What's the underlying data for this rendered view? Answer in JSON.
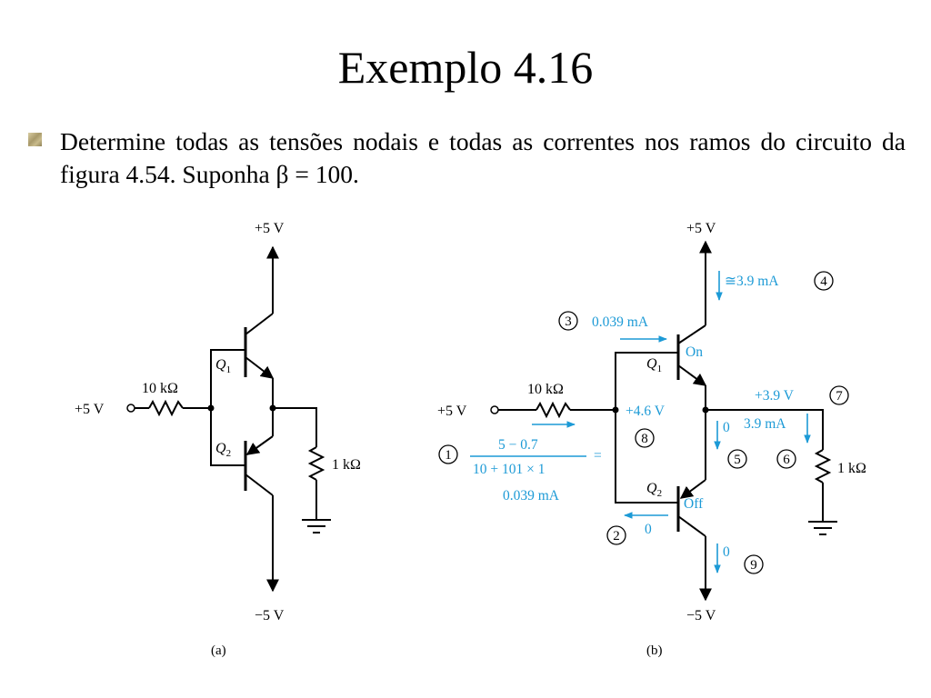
{
  "slide": {
    "title": "Exemplo 4.16",
    "bullet_text": "Determine todas as tensões nodais e todas as correntes nos ramos do circuito da figura 4.54. Suponha β = 100."
  },
  "figure_a": {
    "caption": "(a)",
    "vplus": "+5 V",
    "vminus": "−5 V",
    "vin": "+5 V",
    "rb_label": "10 kΩ",
    "rl_label": "1 kΩ",
    "q1_label": "Q",
    "q1_sub": "1",
    "q2_label": "Q",
    "q2_sub": "2"
  },
  "figure_b": {
    "caption": "(b)",
    "vplus": "+5 V",
    "vminus": "−5 V",
    "vin": "+5 V",
    "rb_label": "10 kΩ",
    "rl_label": "1 kΩ",
    "q1_label": "Q",
    "q1_sub": "1",
    "q2_label": "Q",
    "q2_sub": "2",
    "q1_state": "On",
    "q2_state": "Off",
    "step1": "1",
    "step2": "2",
    "step3": "3",
    "step4": "4",
    "step5": "5",
    "step6": "6",
    "step7": "7",
    "step8": "8",
    "step9": "9",
    "base_current_q1": "0.039 mA",
    "collector_current_q1": "≅3.9 mA",
    "emitter_voltage": "+3.9 V",
    "load_current": "3.9 mA",
    "base_voltage": "+4.6 V",
    "q2_emitter_current": "0",
    "q2_base_current": "0",
    "q2_collector_current": "0",
    "formula_numerator": "5 − 0.7",
    "formula_denominator": "10 + 101 × 1",
    "formula_equals": "=",
    "formula_result": "0.039 mA"
  },
  "colors": {
    "ink": "#000000",
    "annotation": "#1c9ad6",
    "bullet": "#b3a474"
  }
}
